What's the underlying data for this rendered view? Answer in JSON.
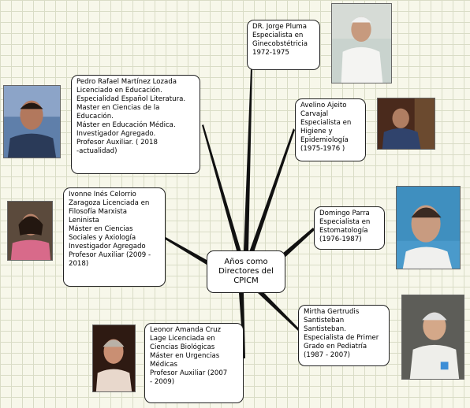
{
  "center": {
    "label": "Años como\nDirectores del\nCPICM"
  },
  "directors": [
    {
      "id": "pluma",
      "text": "DR. Jorge Pluma\nEspecialista en\nGinecobstétricia\n1972-1975"
    },
    {
      "id": "ajeito",
      "text": "Avelino Ajeito\nCarvajal\nEspecialista en\nHigiene y\nEpidemiología\n(1975-1976 )"
    },
    {
      "id": "parra",
      "text": "Domingo Parra\nEspecialista en\nEstomatología\n(1976-1987)"
    },
    {
      "id": "santisteban",
      "text": "Mirtha Gertrudis\nSantisteban\nSantisteban.\nEspecialista de Primer\nGrado en  Pediatría\n(1987 - 2007)"
    },
    {
      "id": "cruz",
      "text": "Leonor Amanda Cruz\nLage Licenciada en\nCiencias Biológicas\nMáster en Urgencias\nMédicas\nProfesor Auxiliar  (2007\n- 2009)"
    },
    {
      "id": "celorrio",
      "text": "Ivonne Inés Celorrio\nZaragoza Licenciada en\nFilosofía Marxista\nLeninista\nMáster en Ciencias\nSociales y Axiología\nInvestigador Agregado\nProfesor Auxiliar (2009 -\n2018)"
    },
    {
      "id": "martinez",
      "text": "Pedro Rafael Martínez Lozada\nLicenciado en Educación.\nEspecialidad Español Literatura.\nMaster en Ciencias de la\nEducación.\nMáster en Educación Médica.\nInvestigador Agregado.\nProfesor Auxiliar. ( 2018\n-actualidad)"
    }
  ],
  "colors": {
    "connector": "#111111",
    "grid": "#d9dcc6",
    "background": "#f7f7ea"
  }
}
